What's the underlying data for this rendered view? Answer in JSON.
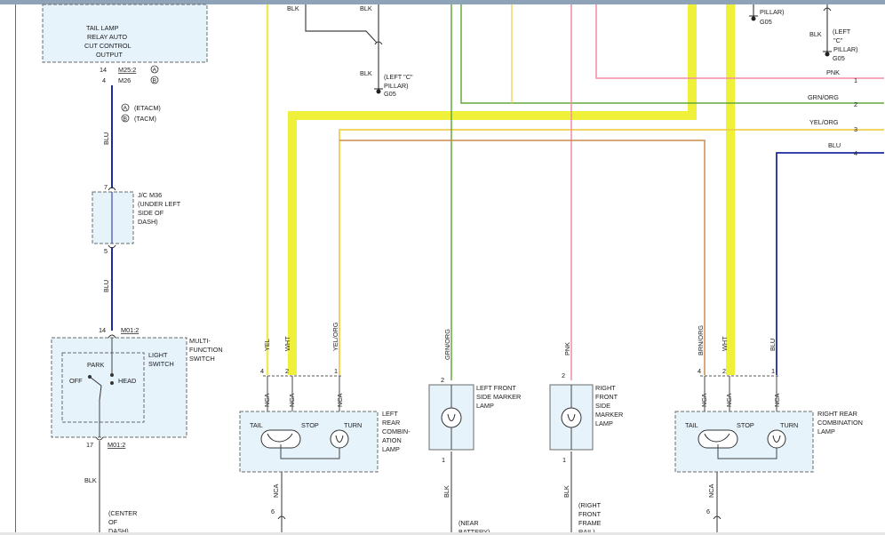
{
  "diagram": {
    "top_left_box": {
      "lines": [
        "TAIL LAMP",
        "RELAY AUTO",
        "CUT CONTROL",
        "OUTPUT"
      ]
    },
    "m25_pin": "14",
    "m25_conn": "M25:2",
    "m25_tag": "A",
    "m26_pin": "4",
    "m26_conn": "M26",
    "m26_tag": "B",
    "legend_a_tag": "A",
    "legend_a": "(ETACM)",
    "legend_b_tag": "B",
    "legend_b": "(TACM)",
    "wire_blu_1": "BLU",
    "jc_top_pin": "7",
    "jc_bottom_pin": "5",
    "jc_label": [
      "J/C M36",
      "(UNDER LEFT",
      "SIDE OF",
      "DASH)"
    ],
    "wire_blu_2": "BLU",
    "mfs_top_pin": "14",
    "mfs_top_conn": "M01:2",
    "mfs_label": [
      "MULTI-",
      "FUNCTION",
      "SWITCH"
    ],
    "light_switch_label": [
      "LIGHT",
      "SWITCH"
    ],
    "park": "PARK",
    "off": "OFF",
    "head": "HEAD",
    "mfs_bottom_pin": "17",
    "mfs_bottom_conn": "M01:2",
    "wire_blk_mfs": "BLK",
    "center_dash": [
      "(CENTER",
      "OF",
      "DASH)"
    ],
    "top_blk_1": "BLK",
    "top_blk_2": "BLK",
    "top_blk_3": "BLK",
    "left_c_pillar": [
      "(LEFT \"C\"",
      "PILLAR)"
    ],
    "left_ground": "G05",
    "top_pillar": "PILLAR)",
    "top_ground": "G05",
    "right_c_pillar": [
      "(LEFT",
      "\"C\"",
      "PILLAR)"
    ],
    "right_ground": "G05",
    "right_blk": "BLK",
    "bus": [
      {
        "label": "PNK",
        "num": "1",
        "color": "#f28ca3"
      },
      {
        "label": "GRN/ORG",
        "num": "2",
        "color": "#62a83a"
      },
      {
        "label": "YEL/ORG",
        "num": "3",
        "color": "#f0cf4a"
      },
      {
        "label": "BLU",
        "num": "4",
        "color": "#1f2a9e"
      }
    ],
    "left_rear": {
      "wires": [
        "YEL",
        "WHT",
        "YEL/ORG"
      ],
      "pins": [
        "4",
        "2",
        "1"
      ],
      "nca": [
        "NCA",
        "NCA",
        "NCA"
      ],
      "tail": "TAIL",
      "stop": "STOP",
      "turn": "TURN",
      "label": [
        "LEFT",
        "REAR",
        "COMBIN-",
        "ATION",
        "LAMP"
      ],
      "bottom_wire": "NCA",
      "bottom_pin": "6"
    },
    "left_marker": {
      "wire": "GRN/ORG",
      "top_pin": "2",
      "bottom_pin": "1",
      "label": [
        "LEFT FRONT",
        "SIDE MARKER",
        "LAMP"
      ],
      "bottom_wire": "BLK",
      "ground": [
        "(NEAR",
        "BATTERY)"
      ]
    },
    "right_marker": {
      "wire": "PNK",
      "top_pin": "2",
      "bottom_pin": "1",
      "label": [
        "RIGHT",
        "FRONT",
        "SIDE",
        "MARKER",
        "LAMP"
      ],
      "bottom_wire": "BLK",
      "ground": [
        "(RIGHT",
        "FRONT",
        "FRAME",
        "RAIL)"
      ]
    },
    "right_rear": {
      "wires": [
        "BRN/ORG",
        "WHT",
        "BLU"
      ],
      "pins": [
        "4",
        "2",
        "1"
      ],
      "nca": [
        "NCA",
        "NCA",
        "NCA"
      ],
      "tail": "TAIL",
      "stop": "STOP",
      "turn": "TURN",
      "label": [
        "RIGHT REAR",
        "COMBINATION",
        "LAMP"
      ],
      "bottom_wire": "NCA",
      "bottom_pin": "6"
    },
    "colors": {
      "blu": "#1f2a9e",
      "yel": "#f0e85a",
      "wht_highlight": "#eef03a",
      "yel_org": "#f0cf4a",
      "grn_org": "#62a83a",
      "pnk": "#f28ca3",
      "brn_org": "#c88b4e",
      "blk": "#444444",
      "box_fill": "#e6f3fb",
      "box_stroke": "#6b6b6b"
    }
  }
}
